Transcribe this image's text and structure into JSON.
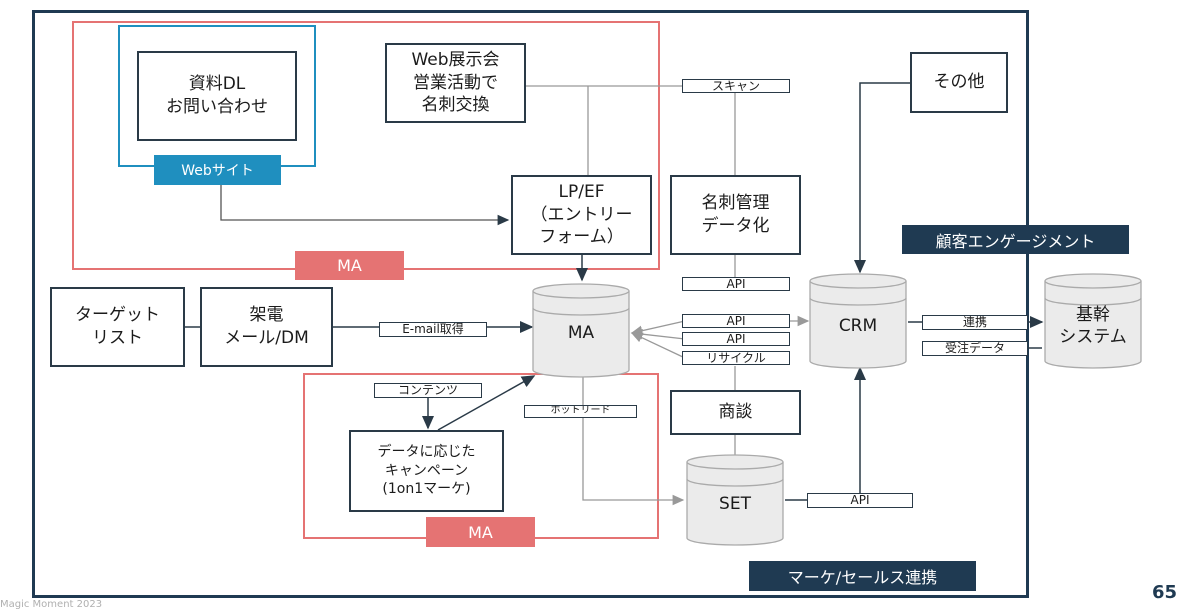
{
  "regions": {
    "ma_top": "MA",
    "ma_bottom": "MA",
    "website": "Webサイト",
    "engagement": "顧客エンゲージメント",
    "marketing_sales": "マーケ/セールス連携"
  },
  "boxes": {
    "shiryo": "資料DL\nお問い合わせ",
    "web_tenji": "Web展示会\n営業活動で\n名刺交換",
    "lp_ef": "LP/EF\n（エントリー\nフォーム）",
    "meishi": "名刺管理\nデータ化",
    "sonota": "その他",
    "target": "ターゲット\nリスト",
    "kaden": "架電\nメール/DM",
    "campaign": "データに応じた\nキャンペーン\n(1on1マーケ)",
    "shodan": "商談"
  },
  "databases": {
    "ma": "MA",
    "crm": "CRM",
    "kikan": "基幹\nシステム",
    "set": "SET"
  },
  "edge_labels": {
    "scan": "スキャン",
    "api_1": "API",
    "api_2": "API",
    "api_3": "API",
    "recycle": "リサイクル",
    "email": "E-mail取得",
    "contents": "コンテンツ",
    "hotlead": "ホットリード",
    "renkei": "連携",
    "juchu": "受注データ",
    "api_set": "API"
  },
  "footer": {
    "copyright": "Magic Moment 2023",
    "page": "65"
  },
  "colors": {
    "navy": "#1f3a52",
    "red": "#e57373",
    "blue": "#1f8fbf",
    "line": "#999999"
  }
}
